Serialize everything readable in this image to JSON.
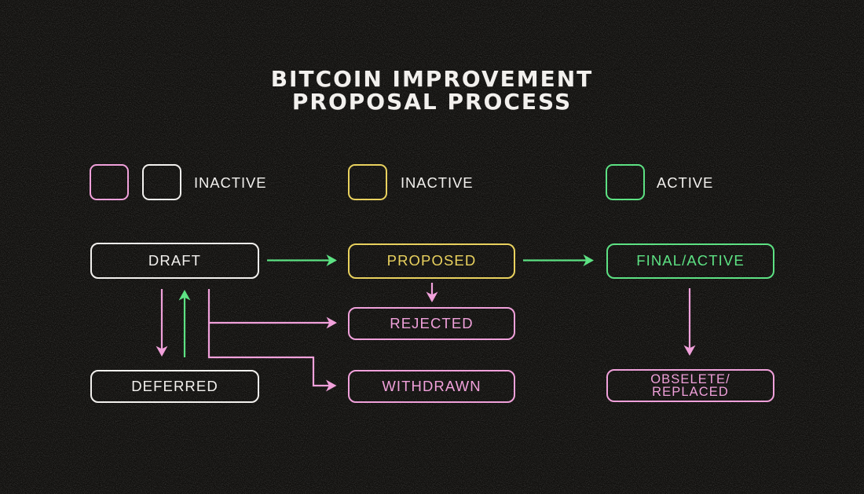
{
  "title": {
    "line1": "BITCOIN IMPROVEMENT",
    "line2": "PROPOSAL PROCESS"
  },
  "legend": [
    {
      "label": "INACTIVE",
      "swatches": [
        "pink",
        "white"
      ]
    },
    {
      "label": "INACTIVE",
      "swatches": [
        "yellow"
      ]
    },
    {
      "label": "ACTIVE",
      "swatches": [
        "green"
      ]
    }
  ],
  "nodes": [
    {
      "id": "draft",
      "label": "DRAFT",
      "status_color": "white"
    },
    {
      "id": "proposed",
      "label": "PROPOSED",
      "status_color": "yellow"
    },
    {
      "id": "final",
      "label": "FINAL/ACTIVE",
      "status_color": "green"
    },
    {
      "id": "rejected",
      "label": "REJECTED",
      "status_color": "pink"
    },
    {
      "id": "withdrawn",
      "label": "WITHDRAWN",
      "status_color": "pink"
    },
    {
      "id": "deferred",
      "label": "DEFERRED",
      "status_color": "white"
    },
    {
      "id": "obselete",
      "label": "OBSELETE/\nREPLACED",
      "status_color": "pink"
    }
  ],
  "edges": [
    {
      "from": "draft",
      "to": "proposed",
      "color": "green"
    },
    {
      "from": "proposed",
      "to": "final",
      "color": "green"
    },
    {
      "from": "proposed",
      "to": "rejected",
      "color": "pink"
    },
    {
      "from": "draft",
      "to": "rejected",
      "color": "pink"
    },
    {
      "from": "draft",
      "to": "withdrawn",
      "color": "pink"
    },
    {
      "from": "draft",
      "to": "deferred",
      "color": "pink"
    },
    {
      "from": "deferred",
      "to": "draft",
      "color": "green"
    },
    {
      "from": "final",
      "to": "obselete",
      "color": "pink"
    }
  ],
  "colors": {
    "background": "#0f0e0c",
    "white": "#f2f0ed",
    "pink": "#f09cd9",
    "green": "#55e07d",
    "yellow": "#e8cf56"
  }
}
